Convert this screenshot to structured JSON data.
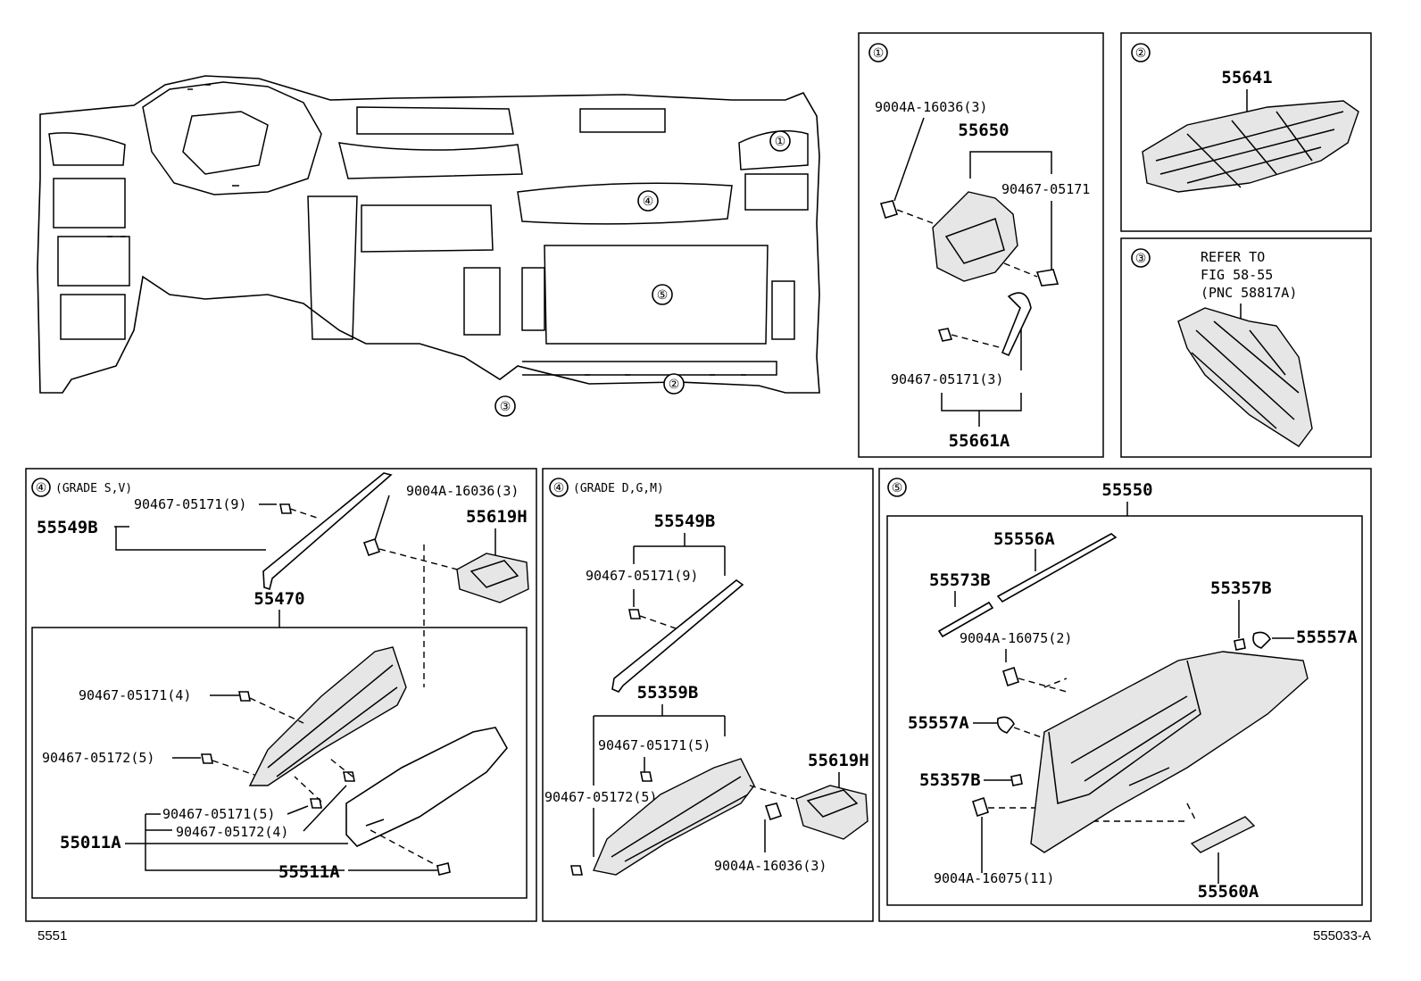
{
  "dashboard": {
    "circles": [
      "①",
      "④",
      "⑤",
      "②",
      "③"
    ]
  },
  "panel1": {
    "marker": "①",
    "labels": [
      "9004A-16036(3)",
      "55650",
      "90467-05171",
      "90467-05171(3)",
      "55661A"
    ]
  },
  "panel2": {
    "marker": "②",
    "labels": [
      "55641"
    ]
  },
  "panel3": {
    "marker": "③",
    "refer": [
      "REFER TO",
      "FIG 58-55",
      "(PNC 58817A)"
    ]
  },
  "panel4a": {
    "marker": "④",
    "grade": "(GRADE S,V)",
    "labels": [
      "90467-05171(9)",
      "9004A-16036(3)",
      "55549B",
      "55619H",
      "55470",
      "90467-05171(4)",
      "90467-05172(5)",
      "90467-05171(5)",
      "90467-05172(4)",
      "55011A",
      "55511A"
    ]
  },
  "panel4b": {
    "marker": "④",
    "grade": "(GRADE D,G,M)",
    "labels": [
      "55549B",
      "90467-05171(9)",
      "55359B",
      "90467-05171(5)",
      "90467-05172(5)",
      "55619H",
      "9004A-16036(3)"
    ]
  },
  "panel5": {
    "marker": "⑤",
    "labels": [
      "55550",
      "55556A",
      "55573B",
      "55357B",
      "9004A-16075(2)",
      "55557A",
      "55557A",
      "55357B",
      "9004A-16075(11)",
      "55560A"
    ]
  },
  "footer": {
    "left": "5551",
    "right": "555033-A"
  }
}
